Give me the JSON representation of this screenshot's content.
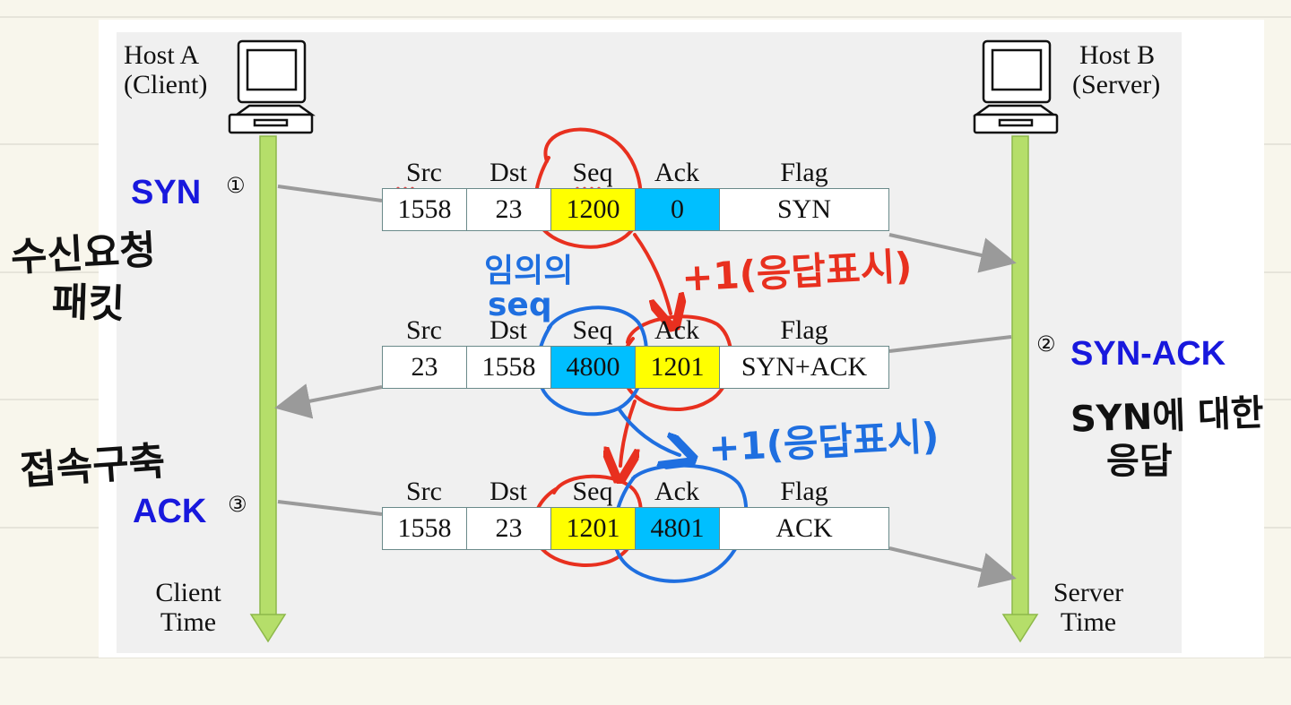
{
  "hosts": {
    "a": {
      "line1": "Host A",
      "line2": "(Client)"
    },
    "b": {
      "line1": "Host B",
      "line2": "(Server)"
    }
  },
  "timelines": {
    "client": {
      "line1": "Client",
      "line2": "Time"
    },
    "server": {
      "line1": "Server",
      "line2": "Time"
    }
  },
  "steps": {
    "syn": {
      "label": "SYN",
      "num": "①"
    },
    "synack": {
      "label": "SYN-ACK",
      "num": "②"
    },
    "ack": {
      "label": "ACK",
      "num": "③"
    }
  },
  "columns": [
    "Src",
    "Dst",
    "Seq",
    "Ack",
    "Flag"
  ],
  "packets": [
    {
      "src": "1558",
      "dst": "23",
      "seq": "1200",
      "ack": "0",
      "flag": "SYN",
      "seq_color": "#ffff00",
      "ack_color": "#00bfff"
    },
    {
      "src": "23",
      "dst": "1558",
      "seq": "4800",
      "ack": "1201",
      "flag": "SYN+ACK",
      "seq_color": "#00bfff",
      "ack_color": "#ffff00"
    },
    {
      "src": "1558",
      "dst": "23",
      "seq": "1201",
      "ack": "4801",
      "flag": "ACK",
      "seq_color": "#ffff00",
      "ack_color": "#00bfff"
    }
  ],
  "annotations": {
    "left_top_line1": "수신요청",
    "left_top_line2": "패킷",
    "left_bottom": "접속구축",
    "random_seq_line1": "임의의",
    "random_seq_line2": "seq",
    "plus_one_red": "+1(응답표시)",
    "plus_one_blue": "+1(응답표시)",
    "right_line1": "SYN에 대한",
    "right_line2": "응답"
  },
  "colors": {
    "timeline": "#b5de6a",
    "arrow": "#999999",
    "red_ink": "#e8301f",
    "blue_ink": "#1f6fe0",
    "label_blue": "#1818dd"
  }
}
